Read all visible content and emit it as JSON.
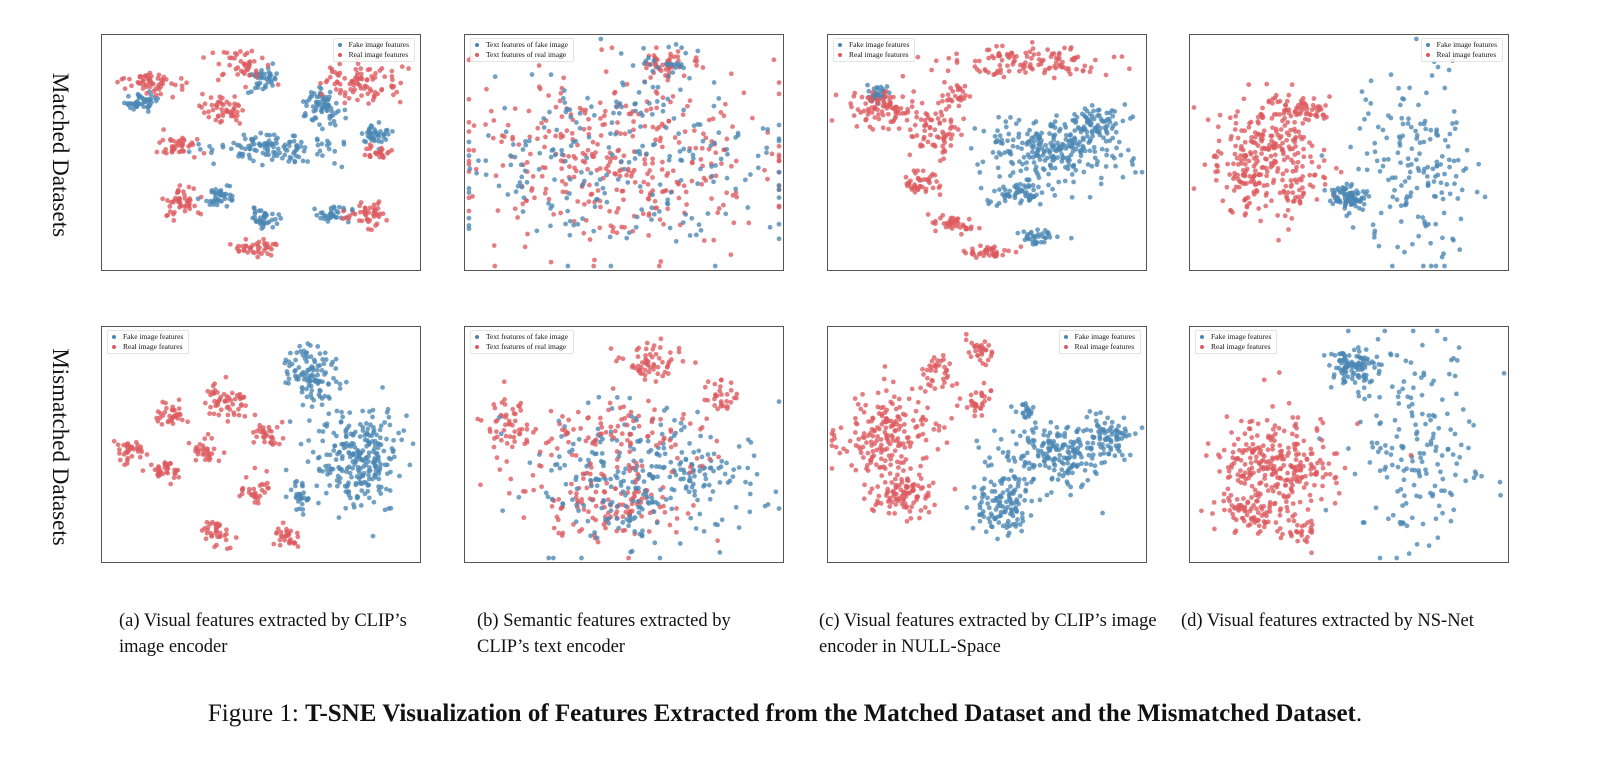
{
  "row_labels": [
    "Matched Datasets",
    "Mismatched Datasets"
  ],
  "colors": {
    "fake": "#4a86b3",
    "real": "#dc5a5f"
  },
  "legends": {
    "visual": [
      "Fake image features",
      "Real image features"
    ],
    "semantic": [
      "Text features of fake image",
      "Text features of real image"
    ]
  },
  "captions": [
    "(a) Visual features extracted by CLIP’s image encoder",
    "(b) Semantic features extracted by CLIP’s text encoder",
    "(c) Visual features extracted by CLIP’s image encoder in NULL-Space",
    "(d) Visual features extracted by NS-Net"
  ],
  "figure_caption": {
    "prefix": "Figure 1: ",
    "title": "T-SNE Visualization of Features Extracted from the Matched Dataset and the Mismatched Dataset",
    "suffix": "."
  },
  "chart_data": [
    {
      "type": "scatter",
      "panel": "a-matched",
      "legend_placement": "top-right",
      "legend": "visual",
      "xlim": [
        0,
        320
      ],
      "ylim": [
        0,
        237
      ],
      "clusters": [
        {
          "series": "fake",
          "center": [
            40,
            68
          ],
          "spread": [
            14,
            8
          ],
          "count": 45
        },
        {
          "series": "real",
          "center": [
            45,
            48
          ],
          "spread": [
            28,
            10
          ],
          "count": 55
        },
        {
          "series": "fake",
          "center": [
            160,
            45
          ],
          "spread": [
            15,
            12
          ],
          "count": 40
        },
        {
          "series": "real",
          "center": [
            140,
            30
          ],
          "spread": [
            25,
            15
          ],
          "count": 45
        },
        {
          "series": "real",
          "center": [
            125,
            75
          ],
          "spread": [
            25,
            12
          ],
          "count": 50
        },
        {
          "series": "fake",
          "center": [
            175,
            115
          ],
          "spread": [
            60,
            14
          ],
          "count": 120
        },
        {
          "series": "fake",
          "center": [
            220,
            72
          ],
          "spread": [
            18,
            16
          ],
          "count": 70
        },
        {
          "series": "real",
          "center": [
            260,
            50
          ],
          "spread": [
            35,
            18
          ],
          "count": 90
        },
        {
          "series": "real",
          "center": [
            75,
            112
          ],
          "spread": [
            20,
            10
          ],
          "count": 40
        },
        {
          "series": "fake",
          "center": [
            275,
            100
          ],
          "spread": [
            15,
            10
          ],
          "count": 40
        },
        {
          "series": "real",
          "center": [
            278,
            118
          ],
          "spread": [
            15,
            8
          ],
          "count": 25
        },
        {
          "series": "real",
          "center": [
            78,
            170
          ],
          "spread": [
            16,
            14
          ],
          "count": 50
        },
        {
          "series": "fake",
          "center": [
            118,
            162
          ],
          "spread": [
            14,
            8
          ],
          "count": 40
        },
        {
          "series": "fake",
          "center": [
            162,
            185
          ],
          "spread": [
            12,
            10
          ],
          "count": 40
        },
        {
          "series": "real",
          "center": [
            155,
            215
          ],
          "spread": [
            20,
            8
          ],
          "count": 40
        },
        {
          "series": "fake",
          "center": [
            232,
            180
          ],
          "spread": [
            15,
            8
          ],
          "count": 35
        },
        {
          "series": "real",
          "center": [
            268,
            180
          ],
          "spread": [
            20,
            12
          ],
          "count": 45
        }
      ]
    },
    {
      "type": "scatter",
      "panel": "b-matched",
      "legend_placement": "top-left",
      "legend": "semantic",
      "xlim": [
        0,
        320
      ],
      "ylim": [
        0,
        237
      ],
      "clusters": [
        {
          "series": "real",
          "center": [
            200,
            28
          ],
          "spread": [
            25,
            12
          ],
          "count": 45
        },
        {
          "series": "fake",
          "center": [
            200,
            28
          ],
          "spread": [
            25,
            12
          ],
          "count": 22
        },
        {
          "series": "real",
          "center": [
            160,
            125
          ],
          "spread": [
            145,
            85
          ],
          "count": 360
        },
        {
          "series": "fake",
          "center": [
            160,
            125
          ],
          "spread": [
            145,
            85
          ],
          "count": 240
        }
      ]
    },
    {
      "type": "scatter",
      "panel": "c-matched",
      "legend_placement": "top-left",
      "legend": "visual",
      "xlim": [
        0,
        320
      ],
      "ylim": [
        0,
        237
      ],
      "clusters": [
        {
          "series": "real",
          "center": [
            200,
            28
          ],
          "spread": [
            70,
            14
          ],
          "count": 120
        },
        {
          "series": "fake",
          "center": [
            50,
            60
          ],
          "spread": [
            12,
            8
          ],
          "count": 35
        },
        {
          "series": "real",
          "center": [
            55,
            75
          ],
          "spread": [
            40,
            18
          ],
          "count": 90
        },
        {
          "series": "fake",
          "center": [
            225,
            115
          ],
          "spread": [
            60,
            30
          ],
          "count": 260
        },
        {
          "series": "fake",
          "center": [
            275,
            88
          ],
          "spread": [
            22,
            16
          ],
          "count": 60
        },
        {
          "series": "real",
          "center": [
            110,
            100
          ],
          "spread": [
            25,
            30
          ],
          "count": 70
        },
        {
          "series": "real",
          "center": [
            130,
            60
          ],
          "spread": [
            12,
            10
          ],
          "count": 25
        },
        {
          "series": "real",
          "center": [
            95,
            150
          ],
          "spread": [
            18,
            10
          ],
          "count": 40
        },
        {
          "series": "fake",
          "center": [
            190,
            160
          ],
          "spread": [
            30,
            10
          ],
          "count": 60
        },
        {
          "series": "fake",
          "center": [
            210,
            205
          ],
          "spread": [
            18,
            8
          ],
          "count": 35
        },
        {
          "series": "real",
          "center": [
            125,
            190
          ],
          "spread": [
            25,
            8
          ],
          "count": 40
        },
        {
          "series": "real",
          "center": [
            160,
            220
          ],
          "spread": [
            28,
            7
          ],
          "count": 40
        }
      ]
    },
    {
      "type": "scatter",
      "panel": "d-matched",
      "legend_placement": "top-right",
      "legend": "visual",
      "xlim": [
        0,
        320
      ],
      "ylim": [
        0,
        237
      ],
      "clusters": [
        {
          "series": "real",
          "center": [
            80,
            130
          ],
          "spread": [
            50,
            55
          ],
          "count": 300
        },
        {
          "series": "real",
          "center": [
            110,
            75
          ],
          "spread": [
            30,
            12
          ],
          "count": 60
        },
        {
          "series": "fake",
          "center": [
            160,
            165
          ],
          "spread": [
            18,
            12
          ],
          "count": 80
        },
        {
          "series": "fake",
          "center": [
            230,
            130
          ],
          "spread": [
            60,
            85
          ],
          "count": 180
        }
      ]
    },
    {
      "type": "scatter",
      "panel": "a-mismatched",
      "legend_placement": "top-left",
      "legend": "visual",
      "xlim": [
        0,
        320
      ],
      "ylim": [
        0,
        237
      ],
      "clusters": [
        {
          "series": "fake",
          "center": [
            210,
            50
          ],
          "spread": [
            25,
            28
          ],
          "count": 110
        },
        {
          "series": "fake",
          "center": [
            260,
            130
          ],
          "spread": [
            40,
            45
          ],
          "count": 260
        },
        {
          "series": "fake",
          "center": [
            200,
            170
          ],
          "spread": [
            12,
            14
          ],
          "count": 30
        },
        {
          "series": "real",
          "center": [
            30,
            125
          ],
          "spread": [
            14,
            10
          ],
          "count": 35
        },
        {
          "series": "real",
          "center": [
            68,
            90
          ],
          "spread": [
            14,
            12
          ],
          "count": 35
        },
        {
          "series": "real",
          "center": [
            65,
            145
          ],
          "spread": [
            16,
            12
          ],
          "count": 35
        },
        {
          "series": "real",
          "center": [
            105,
            125
          ],
          "spread": [
            14,
            12
          ],
          "count": 30
        },
        {
          "series": "real",
          "center": [
            125,
            75
          ],
          "spread": [
            20,
            15
          ],
          "count": 55
        },
        {
          "series": "real",
          "center": [
            168,
            110
          ],
          "spread": [
            12,
            12
          ],
          "count": 30
        },
        {
          "series": "real",
          "center": [
            155,
            165
          ],
          "spread": [
            14,
            12
          ],
          "count": 30
        },
        {
          "series": "real",
          "center": [
            112,
            208
          ],
          "spread": [
            14,
            12
          ],
          "count": 35
        },
        {
          "series": "real",
          "center": [
            185,
            210
          ],
          "spread": [
            12,
            12
          ],
          "count": 30
        }
      ]
    },
    {
      "type": "scatter",
      "panel": "b-mismatched",
      "legend_placement": "top-left",
      "legend": "semantic",
      "xlim": [
        0,
        320
      ],
      "ylim": [
        0,
        237
      ],
      "clusters": [
        {
          "series": "real",
          "center": [
            185,
            35
          ],
          "spread": [
            30,
            18
          ],
          "count": 60
        },
        {
          "series": "real",
          "center": [
            260,
            70
          ],
          "spread": [
            16,
            14
          ],
          "count": 30
        },
        {
          "series": "real",
          "center": [
            45,
            100
          ],
          "spread": [
            20,
            30
          ],
          "count": 50
        },
        {
          "series": "real",
          "center": [
            140,
            180
          ],
          "spread": [
            70,
            30
          ],
          "count": 120
        },
        {
          "series": "fake",
          "center": [
            180,
            150
          ],
          "spread": [
            110,
            60
          ],
          "count": 300
        },
        {
          "series": "real",
          "center": [
            150,
            110
          ],
          "spread": [
            90,
            40
          ],
          "count": 120
        }
      ]
    },
    {
      "type": "scatter",
      "panel": "c-mismatched",
      "legend_placement": "top-right",
      "legend": "visual",
      "xlim": [
        0,
        320
      ],
      "ylim": [
        0,
        237
      ],
      "clusters": [
        {
          "series": "real",
          "center": [
            155,
            25
          ],
          "spread": [
            12,
            12
          ],
          "count": 30
        },
        {
          "series": "real",
          "center": [
            110,
            45
          ],
          "spread": [
            18,
            14
          ],
          "count": 35
        },
        {
          "series": "real",
          "center": [
            60,
            110
          ],
          "spread": [
            45,
            45
          ],
          "count": 200
        },
        {
          "series": "real",
          "center": [
            75,
            170
          ],
          "spread": [
            28,
            18
          ],
          "count": 90
        },
        {
          "series": "real",
          "center": [
            150,
            75
          ],
          "spread": [
            12,
            14
          ],
          "count": 30
        },
        {
          "series": "fake",
          "center": [
            200,
            85
          ],
          "spread": [
            10,
            8
          ],
          "count": 20
        },
        {
          "series": "fake",
          "center": [
            230,
            130
          ],
          "spread": [
            55,
            30
          ],
          "count": 200
        },
        {
          "series": "fake",
          "center": [
            285,
            110
          ],
          "spread": [
            20,
            18
          ],
          "count": 70
        },
        {
          "series": "fake",
          "center": [
            175,
            180
          ],
          "spread": [
            25,
            30
          ],
          "count": 120
        }
      ]
    },
    {
      "type": "scatter",
      "panel": "d-mismatched",
      "legend_placement": "top-left",
      "legend": "visual",
      "xlim": [
        0,
        320
      ],
      "ylim": [
        0,
        237
      ],
      "clusters": [
        {
          "series": "fake",
          "center": [
            165,
            40
          ],
          "spread": [
            22,
            20
          ],
          "count": 110
        },
        {
          "series": "fake",
          "center": [
            230,
            120
          ],
          "spread": [
            60,
            90
          ],
          "count": 170
        },
        {
          "series": "real",
          "center": [
            85,
            140
          ],
          "spread": [
            55,
            45
          ],
          "count": 280
        },
        {
          "series": "real",
          "center": [
            65,
            185
          ],
          "spread": [
            30,
            18
          ],
          "count": 70
        },
        {
          "series": "real",
          "center": [
            110,
            205
          ],
          "spread": [
            14,
            10
          ],
          "count": 25
        }
      ]
    }
  ]
}
